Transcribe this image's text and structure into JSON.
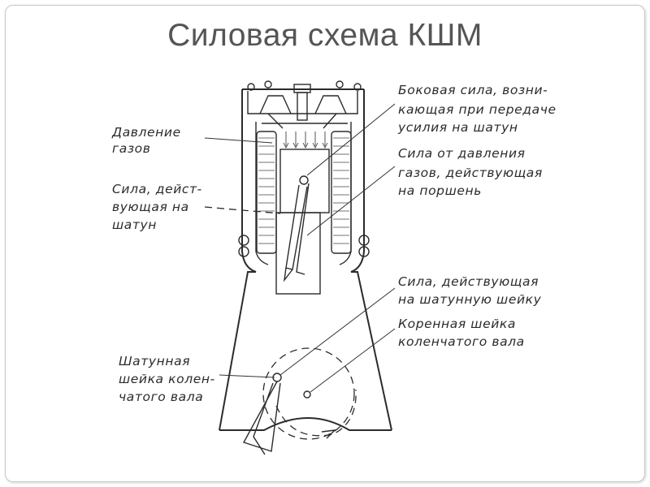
{
  "slide": {
    "title": "Силовая схема КШМ"
  },
  "labels": {
    "gas_pressure": [
      "Давление",
      "газов"
    ],
    "rod_force": [
      "Сила, дейст-",
      "вующая на",
      "шатун"
    ],
    "crankpin": [
      "Шатунная",
      "шейка колен-",
      "чатого вала"
    ],
    "side_force": [
      "Боковая сила, возни-",
      "кающая при передаче",
      "усилия на шатун"
    ],
    "piston_force": [
      "Сила от давления",
      "газов, действующая",
      "на поршень"
    ],
    "crankpin_force": [
      "Сила, действующая",
      "на шатунную шейку"
    ],
    "main_journal": [
      "Коренная шейка",
      "коленчатого вала"
    ]
  }
}
